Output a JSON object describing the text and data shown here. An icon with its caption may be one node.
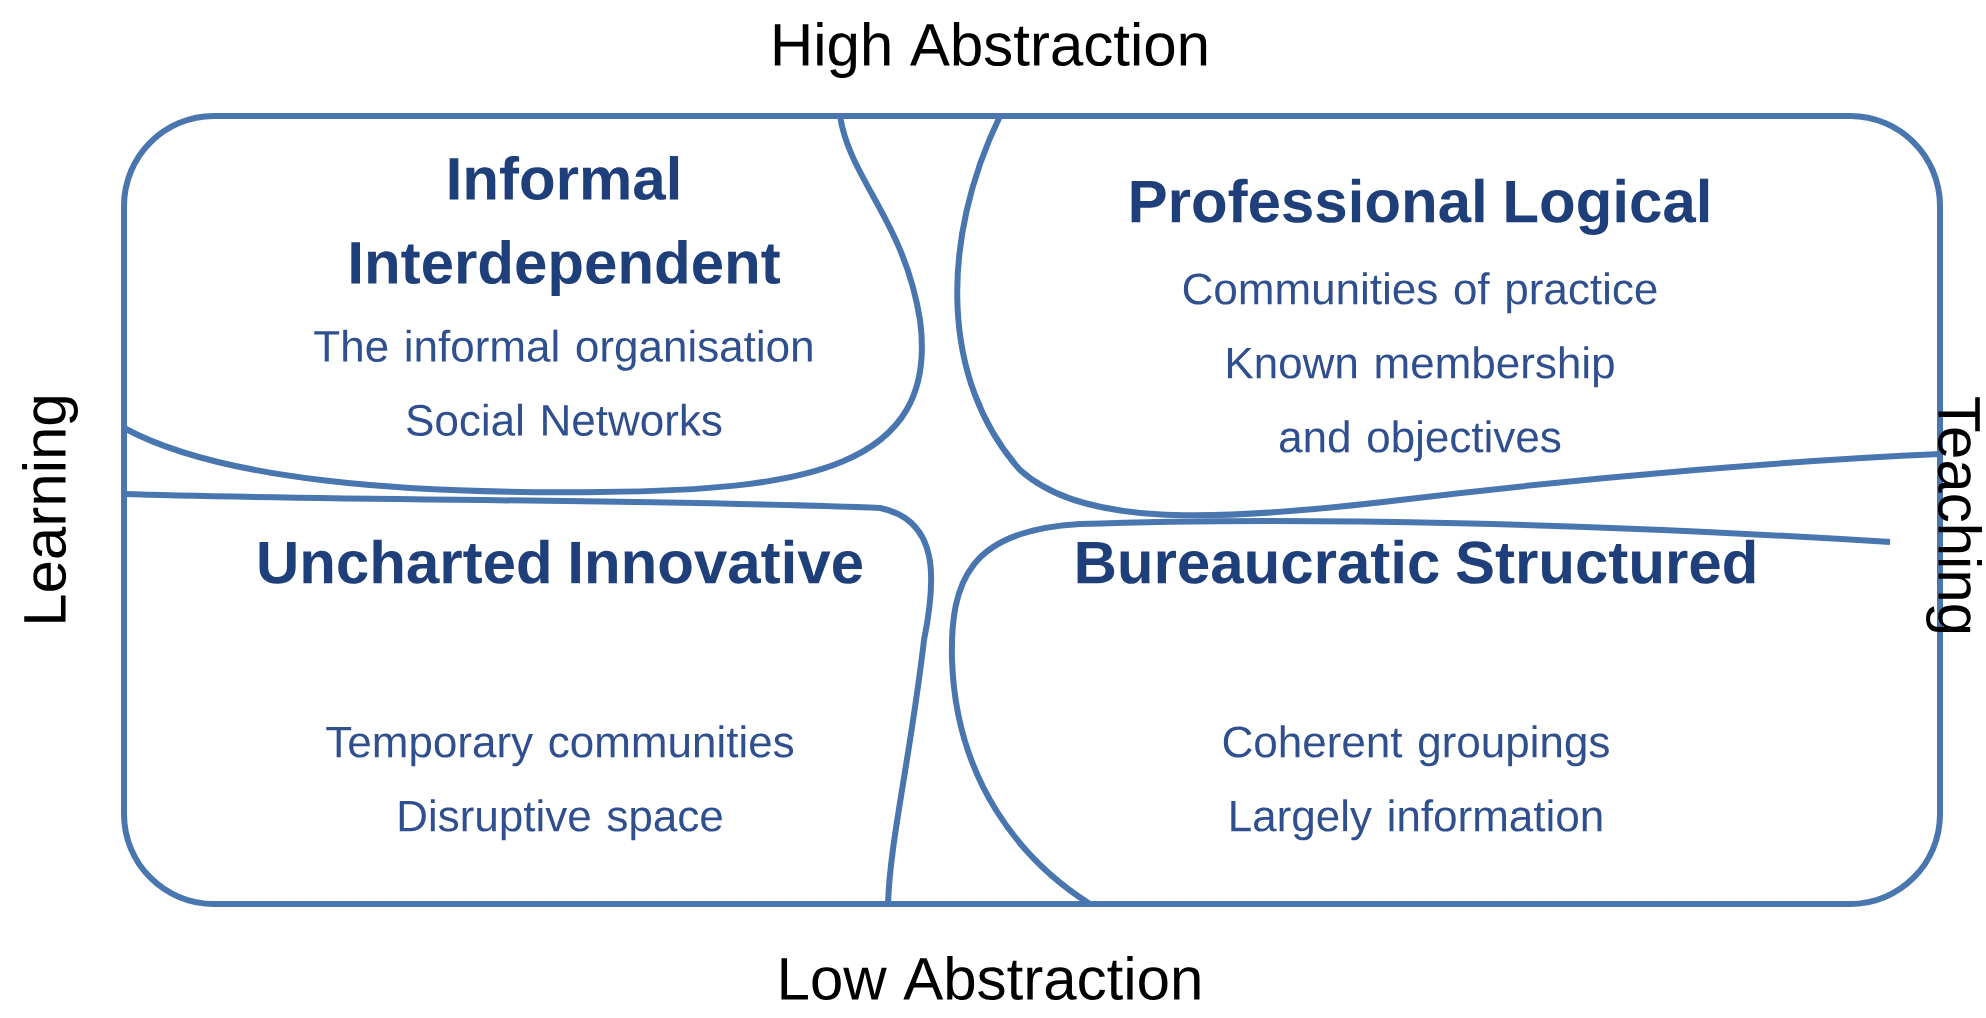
{
  "diagram": {
    "nodes": [
      {
        "text": [],
        "shape": "box"
      },
      {
        "text": [
          "Informal Interdependent",
          "The informal organisation",
          "Social Networks"
        ],
        "in": 0
      },
      {
        "text": [
          "Professional Logical",
          "Communities of practice",
          "Known membership and objectives"
        ],
        "in": 0
      },
      {
        "text": [
          "Uncharted Innovative",
          "Temporary communities",
          "Disruptive space"
        ],
        "in": 0
      },
      {
        "text": [
          "Bureaucratic Structured",
          "Coherent groupings",
          "Largely information"
        ],
        "in": 0
      }
    ],
    "edges": [],
    "labels": [
      "High Abstraction",
      "Learning",
      "Teaching",
      "Low Abstraction"
    ]
  }
}
